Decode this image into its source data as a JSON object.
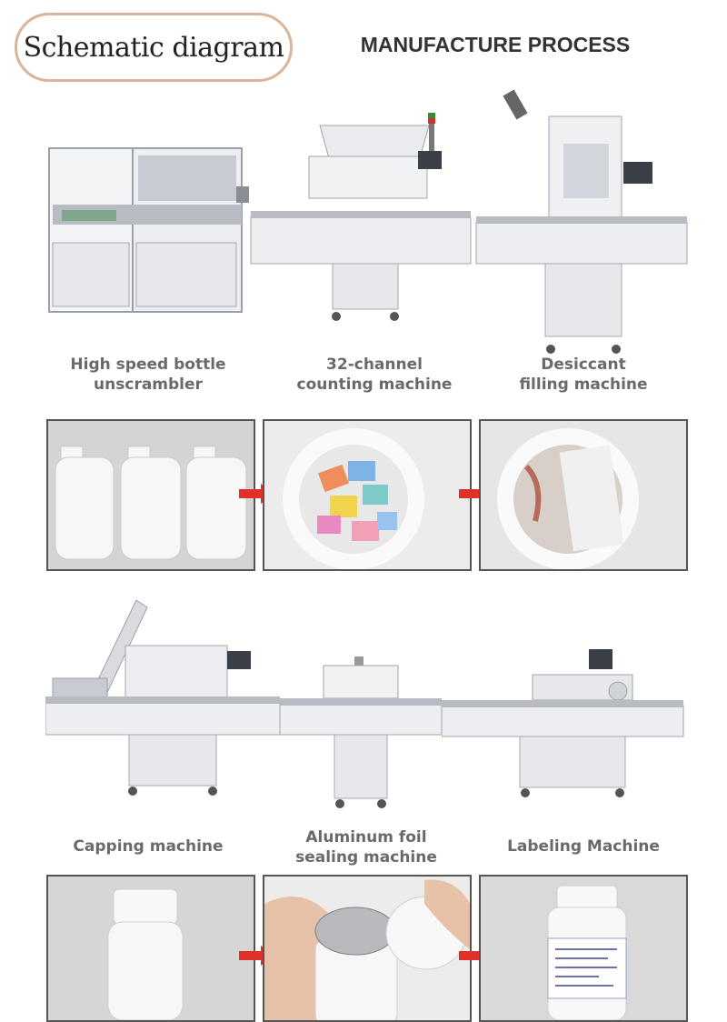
{
  "badge": {
    "text": "Schematic diagram"
  },
  "header": {
    "title": "MANUFACTURE PROCESS"
  },
  "machines_row1": [
    {
      "line1": "High speed bottle",
      "line2": "unscrambler"
    },
    {
      "line1": "32-channel",
      "line2": "counting machine"
    },
    {
      "line1": "Desiccant",
      "line2": "filling machine"
    }
  ],
  "machines_row2": [
    {
      "line1": "Capping machine",
      "line2": ""
    },
    {
      "line1": "Aluminum foil",
      "line2": "sealing machine"
    },
    {
      "line1": "Labeling Machine",
      "line2": ""
    }
  ],
  "colors": {
    "badge_border": "#d9b49a",
    "arrow": "#e0302a",
    "machine": "#e4e6ea"
  }
}
